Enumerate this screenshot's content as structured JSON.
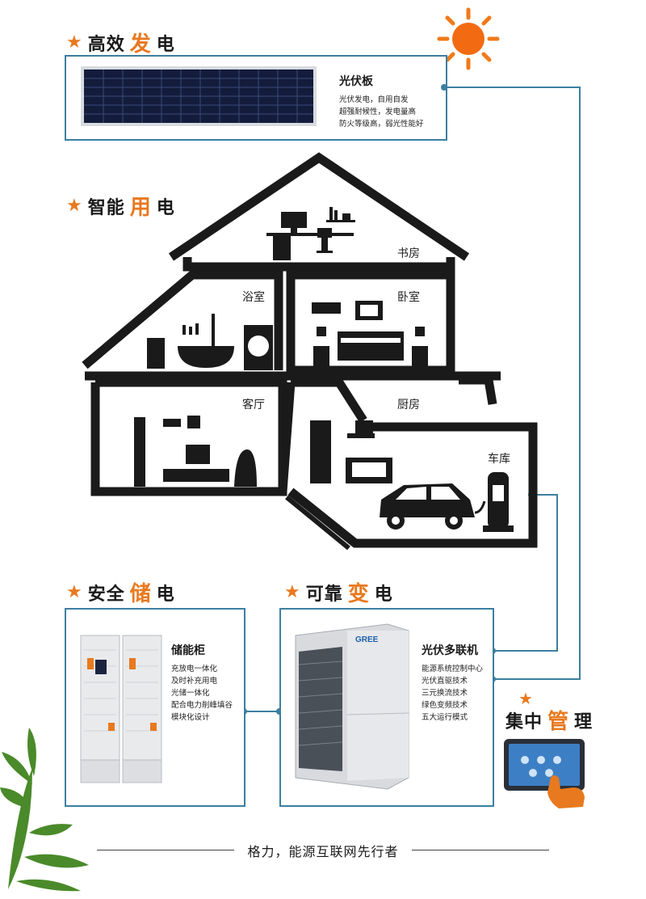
{
  "headings": {
    "gen": {
      "pre": "高效",
      "hl": "发",
      "post": "电"
    },
    "use": {
      "pre": "智能",
      "hl": "用",
      "post": "电"
    },
    "store": {
      "pre": "安全",
      "hl": "储",
      "post": "电"
    },
    "convert": {
      "pre": "可靠",
      "hl": "变",
      "post": "电"
    },
    "manage": {
      "pre": "集中",
      "hl": "管",
      "post": "理"
    }
  },
  "solar": {
    "title": "光伏板",
    "lines": [
      "光伏发电，自用自发",
      "超强耐候性，发电量高",
      "防火等级高，弱光性能好"
    ]
  },
  "rooms": {
    "study": "书房",
    "bath": "浴室",
    "bedroom": "卧室",
    "living": "客厅",
    "kitchen": "厨房",
    "garage": "车库"
  },
  "storage": {
    "title": "储能柜",
    "lines": [
      "充放电一体化",
      "及时补充用电",
      "光储一体化",
      "配合电力削峰填谷",
      "模块化设计"
    ]
  },
  "inverter": {
    "title": "光伏多联机",
    "brand": "GREE",
    "lines": [
      "能源系统控制中心",
      "光伏直驱技术",
      "三元换流技术",
      "绿色变频技术",
      "五大运行模式"
    ]
  },
  "footer": "格力，能源互联网先行者",
  "colors": {
    "accent": "#e8791f",
    "line": "#3c7fa0",
    "house": "#1a1a1a"
  },
  "icons": [
    "star-icon",
    "sun-icon",
    "solar-panel",
    "house-diagram",
    "car-icon",
    "ev-charger-icon",
    "storage-cabinet",
    "outdoor-unit",
    "tablet-icon",
    "hand-icon",
    "leaf-decoration"
  ]
}
